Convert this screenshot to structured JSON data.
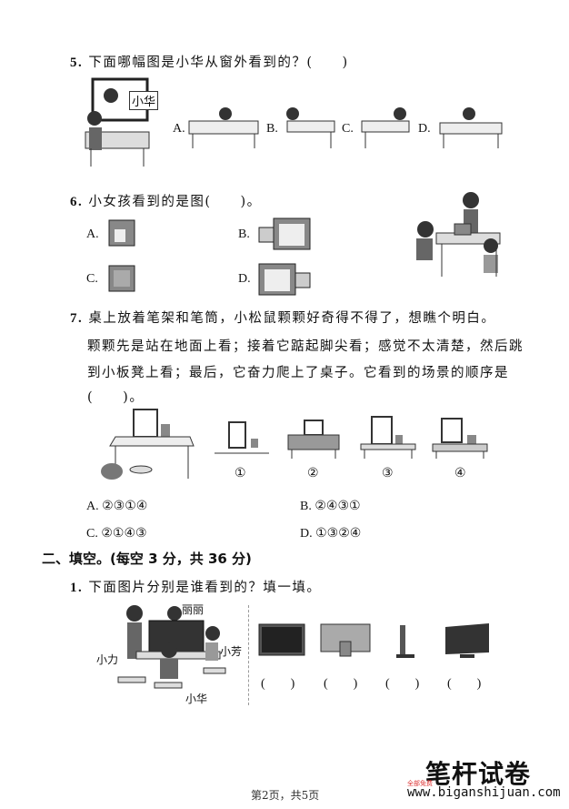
{
  "q5": {
    "number": "5.",
    "text": "下面哪幅图是小华从窗外看到的？(　　)",
    "figure_label": "小华",
    "options": [
      "A.",
      "B.",
      "C.",
      "D."
    ]
  },
  "q6": {
    "number": "6.",
    "text": "小女孩看到的是图(　　)。",
    "options": [
      "A.",
      "B.",
      "C.",
      "D."
    ]
  },
  "q7": {
    "number": "7.",
    "lines": [
      "桌上放着笔架和笔筒，小松鼠颗颗好奇得不得了，想瞧个明白。",
      "颗颗先是站在地面上看；接着它踮起脚尖看；感觉不太清楚，然后跳",
      "到小板凳上看；最后，它奋力爬上了桌子。它看到的场景的顺序是",
      "(　　)。"
    ],
    "scene_labels": [
      "①",
      "②",
      "③",
      "④"
    ],
    "options": [
      {
        "label": "A.",
        "value": "②③①④"
      },
      {
        "label": "B.",
        "value": "②④③①"
      },
      {
        "label": "C.",
        "value": "②①④③"
      },
      {
        "label": "D.",
        "value": "①③②④"
      }
    ]
  },
  "section2": {
    "title": "二、填空。(每空 3 分，共 36 分)",
    "q1": {
      "number": "1.",
      "text": "下面图片分别是谁看到的？填一填。",
      "names": [
        "丽丽",
        "小力",
        "小芳",
        "小华"
      ],
      "blanks": [
        "(　　)",
        "(　　)",
        "(　　)",
        "(　　)"
      ]
    }
  },
  "footer": {
    "page": "第2页，共5页",
    "logo": "笔杆试卷",
    "logo_tag": "全部免费",
    "url": "www.biganshijuan.com"
  }
}
